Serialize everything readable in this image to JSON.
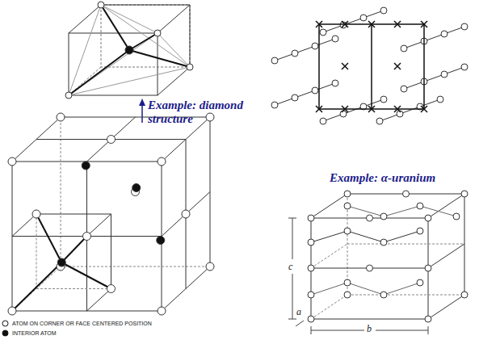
{
  "diagram": {
    "labels": [
      "Example: diamond structure",
      "Example: α-uranium",
      "c",
      "a",
      "b"
    ],
    "legend": [
      {
        "text": "ATOM ON CORNER OR FACE CENTERED POSITION"
      },
      {
        "text": "INTERIOR ATOM"
      }
    ]
  }
}
